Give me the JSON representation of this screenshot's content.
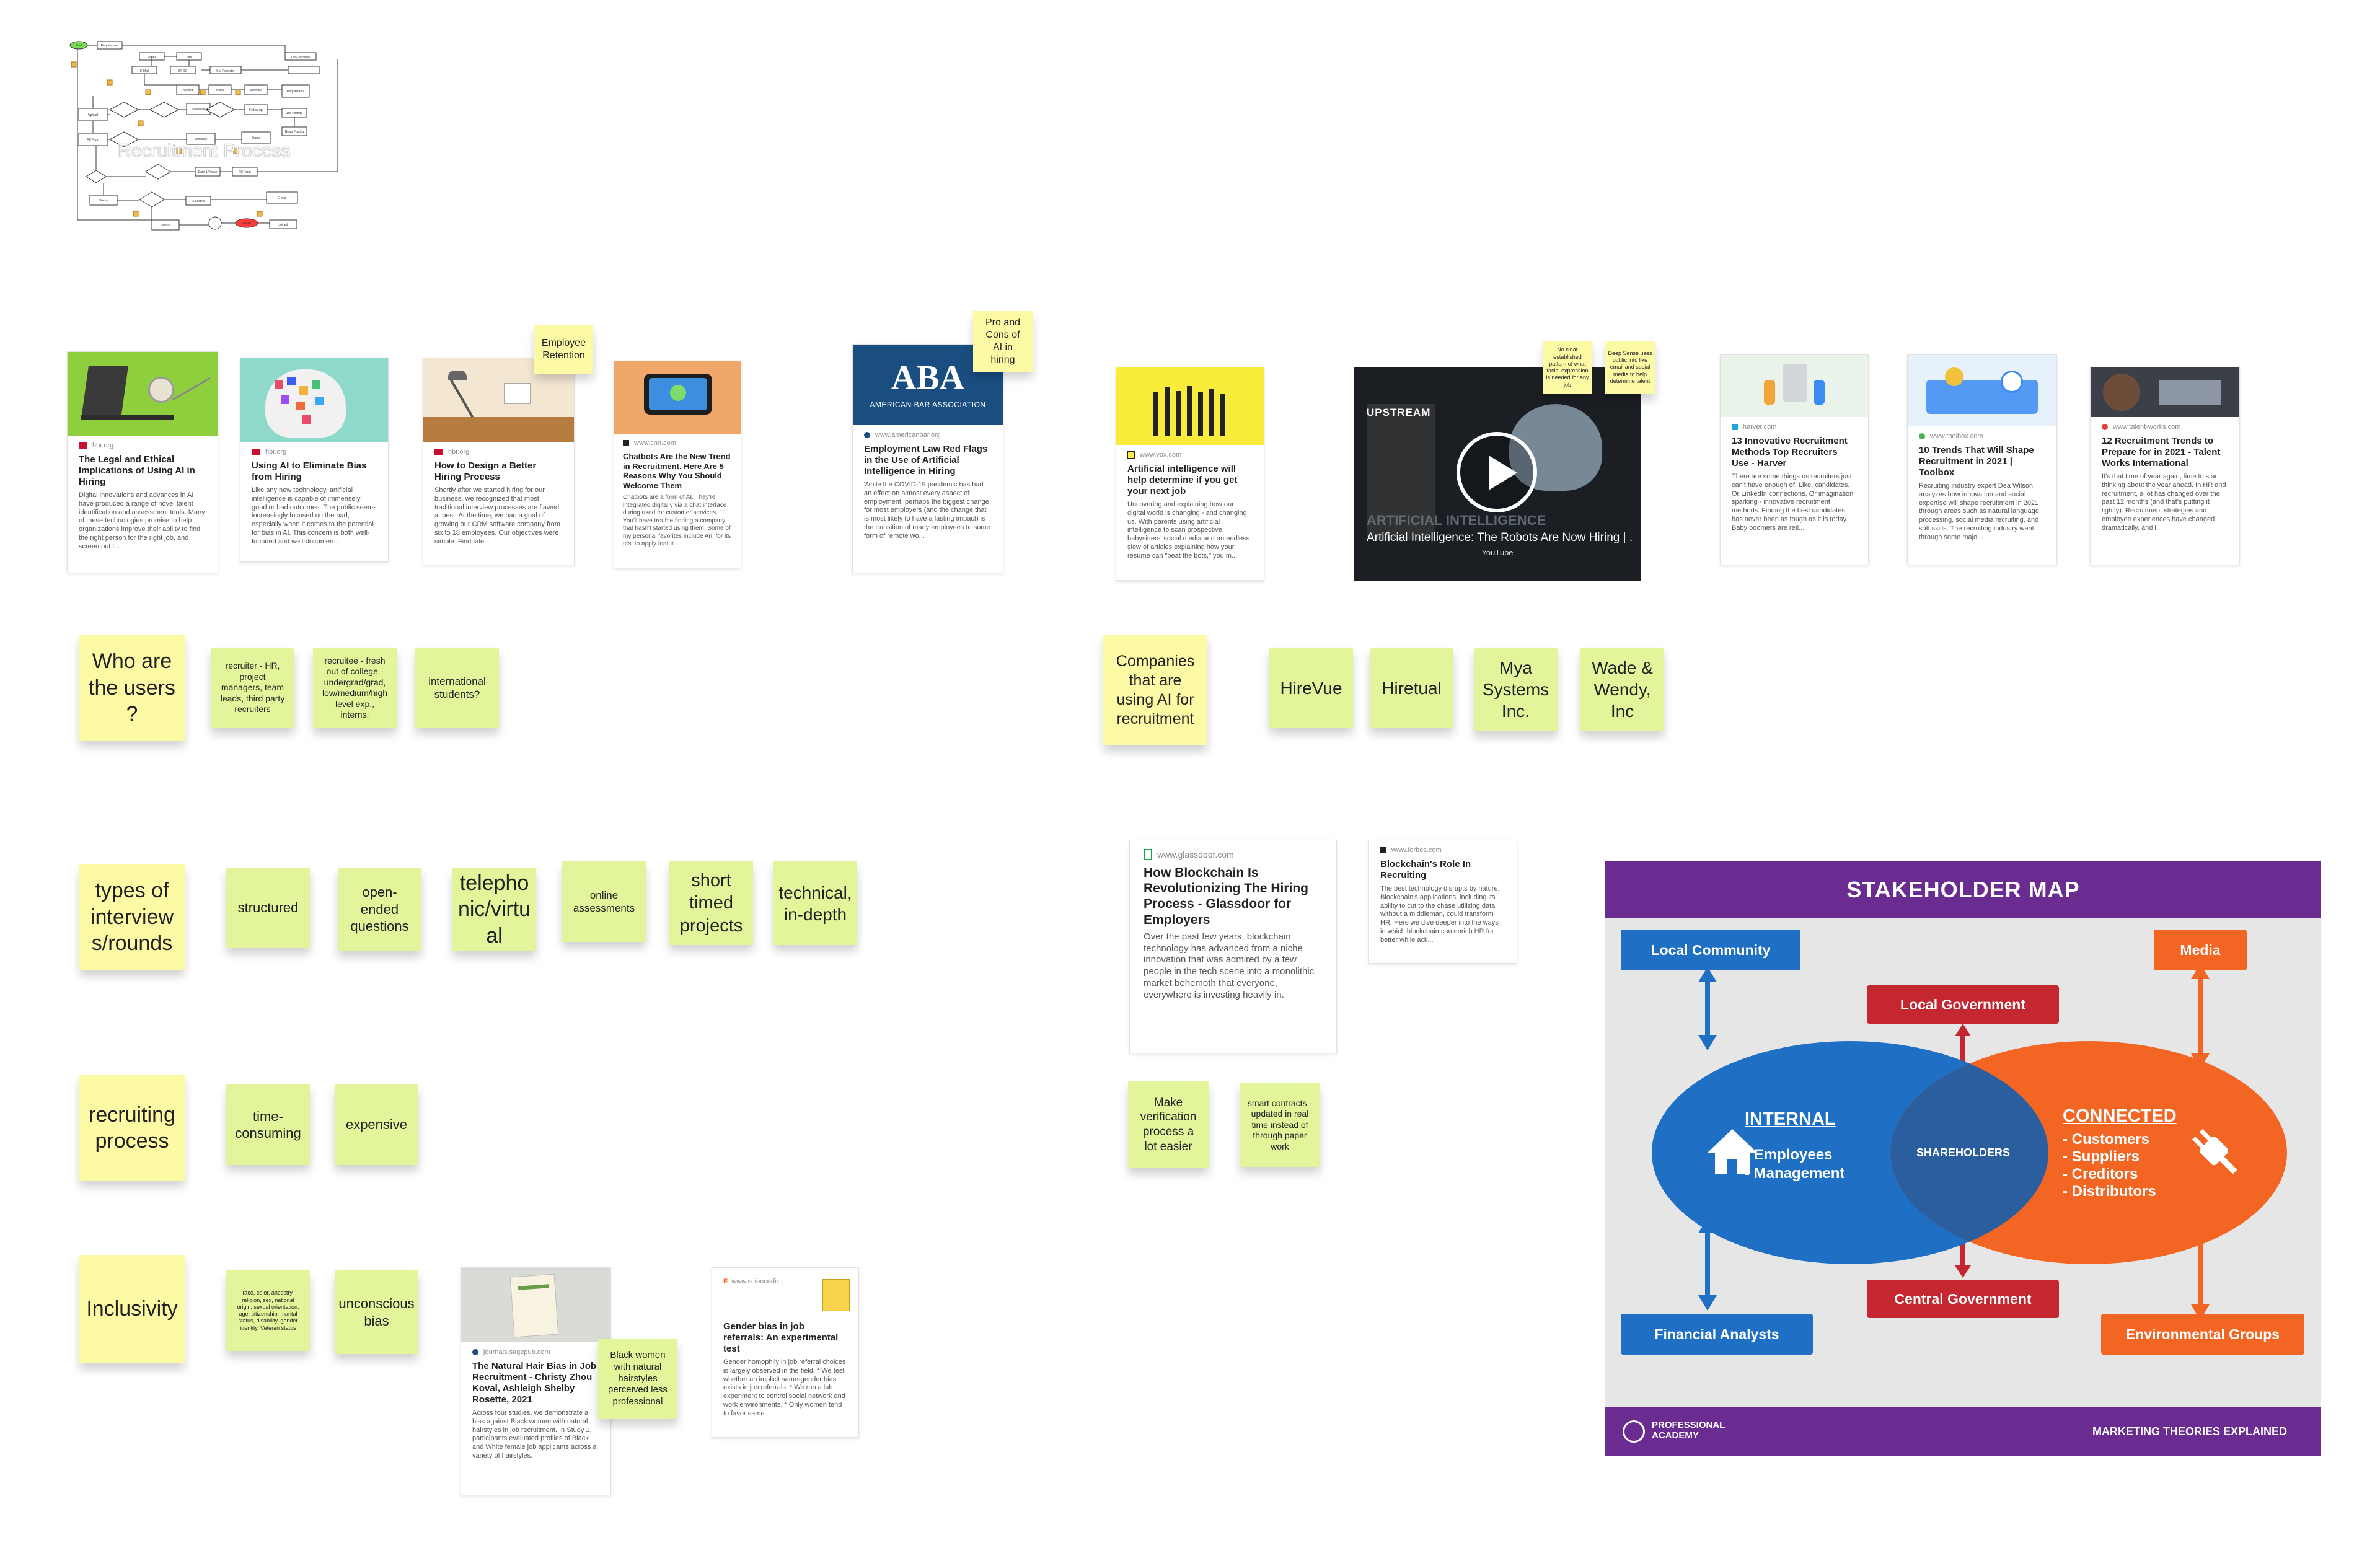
{
  "flowchart": {
    "title": "Recruitment Process",
    "start": "Start",
    "end": "Finish",
    "nodes": [
      "Requirement",
      "Phone",
      "Site",
      "DB Executive",
      "E-Mail",
      "SPOC",
      "Kra Recruiter",
      "Allotted Recruiter",
      "Notify Recruiter",
      "Software Checking",
      "Requirement in Database",
      "Upload Candidate",
      "Job Posting",
      "News Posting",
      "Schedule Interview",
      "Follow-up",
      "Status Update",
      "Date & Venue",
      "Fill Form",
      "E-mail to Phone Notification",
      "Schedule Interview",
      "Status Update",
      "Candidate Selected"
    ]
  },
  "sticky_notes": {
    "employee_retention": "Employee Retention",
    "pro_cons": "Pro and Cons of AI in hiring",
    "no_clear": "No clear established pattern of what facial expression is needed for any job",
    "deep_sense": "Deep Sense uses public info like email and social media to help determine talent",
    "who_users": "Who are the users ?",
    "recruiter": "recruiter - HR, project managers, team leads, third party recruiters",
    "recruitee": "recruitee - fresh out of college - undergrad/grad, low/medium/high level exp., interns,",
    "international": "international students?",
    "companies": "Companies that are using AI for recruitment",
    "hirevue": "HireVue",
    "hiretual": "Hiretual",
    "mya": "Mya Systems Inc.",
    "wade": "Wade & Wendy, Inc",
    "types": "types of interview s/rounds",
    "structured": "structured",
    "open_ended": "open-ended questions",
    "telephonic": "telepho nic/virtu al",
    "online": "online assessments",
    "short_timed": "short timed projects",
    "technical": "technical, in-depth",
    "recruiting_process": "recruiting process",
    "time_consuming": "time-consuming",
    "expensive": "expensive",
    "inclusivity": "Inclusivity",
    "race": "race, color, ancestry, religion, sex, national origin, sexual orientation, age, citizenship, marital status, disability, gender identity, Veteran status",
    "unconscious": "unconscious bias",
    "black_women": "Black women with natural hairstyles perceived less professional",
    "make_verification": "Make verification process a lot easier",
    "smart_contracts": "smart contracts - updated in real time instead of through paper work"
  },
  "cards": [
    {
      "id": "c1",
      "src": "hbr.org",
      "title": "The Legal and Ethical Implications of Using AI in Hiring",
      "desc": "Digital innovations and advances in AI have produced a range of novel talent identification and assessment tools. Many of these technologies promise to help organizations improve their ability to find the right person for the right job, and screen out t..."
    },
    {
      "id": "c2",
      "src": "hbr.org",
      "title": "Using AI to Eliminate Bias from Hiring",
      "desc": "Like any new technology, artificial intelligence is capable of immensely good or bad outcomes. The public seems increasingly focused on the bad, especially when it comes to the potential for bias in AI. This concern is both well-founded and well-documen..."
    },
    {
      "id": "c3",
      "src": "hbr.org",
      "title": "How to Design a Better Hiring Process",
      "desc": "Shortly after we started hiring for our business, we recognized that most traditional interview processes are flawed, at best. At the time, we had a goal of growing our CRM software company from six to 18 employees. Our objectives were simple: Find tale..."
    },
    {
      "id": "c4",
      "src": "www.cnn.com",
      "title": "Chatbots Are the New Trend in Recruitment. Here Are 5 Reasons Why You Should Welcome Them",
      "desc": "Chatbots are a form of AI. They're integrated digitally via a chat interface during used for customer services. You'll have trouble finding a company that hasn't started using them. Some of my personal favorites include Ari, for its test to apply featur..."
    },
    {
      "id": "c5",
      "src": "www.americanbar.org",
      "logo": "ABA",
      "logo_sub": "AMERICAN BAR ASSOCIATION",
      "title": "Employment Law Red Flags in the Use of Artificial Intelligence in Hiring",
      "desc": "While the COVID-19 pandemic has had an effect on almost every aspect of employment, perhaps the biggest change for most employers (and the change that is most likely to have a lasting impact) is the transition of many employees to some form of remote wo..."
    },
    {
      "id": "c6",
      "src": "www.vox.com",
      "title": "Artificial intelligence will help determine if you get your next job",
      "desc": "Uncovering and explaining how our digital world is changing - and changing us. With parents using artificial intelligence to scan prospective babysitters' social media and an endless slew of articles explaining how your resumé can \"beat the bots,\" you m..."
    },
    {
      "id": "c8",
      "src": "harver.com",
      "title": "13 Innovative Recruitment Methods Top Recruiters Use - Harver",
      "desc": "There are some things us recruiters just can't have enough of. Like, candidates. Or LinkedIn connections. Or imagination sparking - innovative recruitment methods. Finding the best candidates has never been as tough as it is today. Baby boomers are reti..."
    },
    {
      "id": "c9",
      "src": "www.toolbox.com",
      "title": "10 Trends That Will Shape Recruitment in 2021 | Toolbox",
      "desc": "Recruiting industry expert Dea Wilson analyzes how innovation and social expertise will shape recruitment in 2021 through areas such as natural language processing, social media recruiting, and soft skills. The recruiting industry went through some majo..."
    },
    {
      "id": "c10",
      "src": "www.talent-works.com",
      "title": "12 Recruitment Trends to Prepare for in 2021 - Talent Works International",
      "desc": "It's that time of year again, time to start thinking about the year ahead. In HR and recruitment, a lot has changed over the past 12 months (and that's putting it lightly). Recruitment strategies and employee experiences have changed dramatically, and i..."
    },
    {
      "id": "c11",
      "src": "www.glassdoor.com",
      "title": "How Blockchain Is Revolutionizing The Hiring Process - Glassdoor for Employers",
      "desc": "Over the past few years, blockchain technology has advanced from a niche innovation that was admired by a few people in the tech scene into a monolithic market behemoth that everyone, everywhere is investing heavily in."
    },
    {
      "id": "c12",
      "src": "www.forbes.com",
      "title": "Blockchain's Role In Recruiting",
      "desc": "The best technology disrupts by nature. Blockchain's applications, including its ability to cut to the chase utilizing data without a middleman, could transform HR. Here we dive deeper into the ways in which blockchain can enrich HR for better while ack..."
    },
    {
      "id": "c13",
      "src": "journals.sagepub.com",
      "title": "The Natural Hair Bias in Job Recruitment - Christy Zhou Koval, Ashleigh Shelby Rosette, 2021",
      "desc": "Across four studies, we demonstrate a bias against Black women with natural hairstyles in job recruitment. In Study 1, participants evaluated profiles of Black and White female job applicants across a variety of hairstyles."
    },
    {
      "id": "c14",
      "src": "www.sciencedir...",
      "title": "Gender bias in job referrals: An experimental test",
      "desc": "Gender homophily in job referral choices is largely observed in the field. * We test whether an implicit same-gender bias exists in job referrals. * We run a lab experiment to control social network and work environments. * Only women tend to favor same..."
    }
  ],
  "video": {
    "brand": "UPSTREAM",
    "watermark": "ARTIFICIAL INTELLIGENCE",
    "title": "Artificial Intelligence: The Robots Are Now Hiring | ...",
    "source": "YouTube"
  },
  "stakeholder_map": {
    "title": "STAKEHOLDER MAP",
    "local_community": "Local Community",
    "local_government": "Local Government",
    "media": "Media",
    "internal_label": "INTERNAL",
    "internal_items": [
      "- Employees",
      "- Management"
    ],
    "shareholders": "SHAREHOLDERS",
    "connected_label": "CONNECTED",
    "connected_items": [
      "- Customers",
      "- Suppliers",
      "- Creditors",
      "- Distributors"
    ],
    "financial_analysts": "Financial Analysts",
    "central_government": "Central Government",
    "environmental_groups": "Environmental Groups",
    "footer_left": "PROFESSIONAL ACADEMY",
    "footer_right": "MARKETING THEORIES EXPLAINED",
    "colors": {
      "purple": "#6a2c91",
      "blue": "#1f6fc4",
      "red": "#c4272f",
      "orange": "#f26522"
    }
  }
}
